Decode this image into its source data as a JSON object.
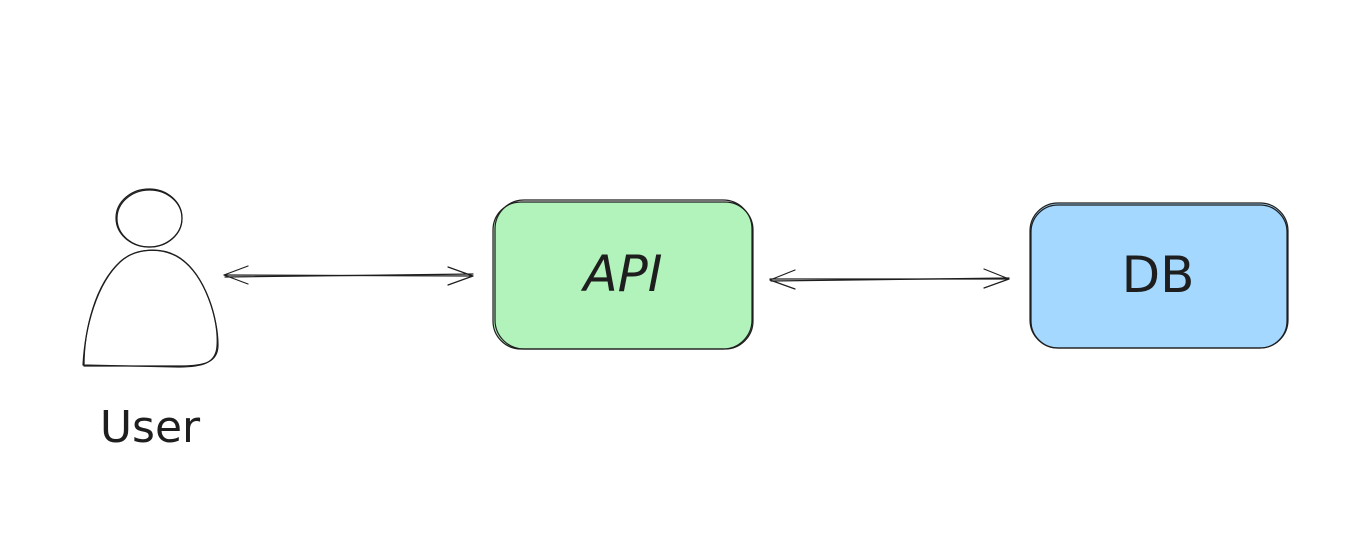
{
  "nodes": {
    "user": {
      "label": "User"
    },
    "api": {
      "label": "API",
      "fill": "#b2f2bb"
    },
    "db": {
      "label": "DB",
      "fill": "#a5d8ff"
    }
  },
  "edges": [
    {
      "from": "user",
      "to": "api",
      "bidirectional": true
    },
    {
      "from": "api",
      "to": "db",
      "bidirectional": true
    }
  ],
  "colors": {
    "stroke": "#1e1e1e",
    "background": "#ffffff",
    "hatch": "#1e1e1e"
  },
  "icons": {
    "user": "person-icon"
  }
}
